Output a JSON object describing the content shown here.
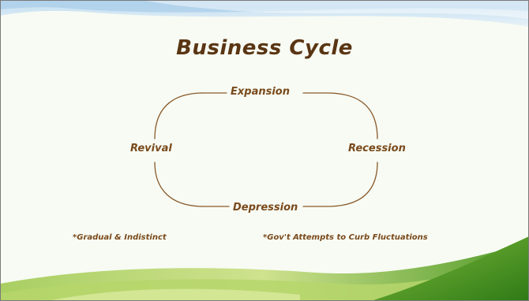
{
  "slide": {
    "title": "Business Cycle",
    "stages": {
      "top": "Expansion",
      "right": "Recession",
      "bottom": "Depression",
      "left": "Revival"
    },
    "notes": {
      "left": "*Gradual & Indistinct",
      "right": "*Gov't Attempts to Curb Fluctuations"
    }
  },
  "colors": {
    "title_text": "#5a3513",
    "label_text": "#7a4a1c",
    "cycle_stroke": "#8a5a2b",
    "sky_top": "#cfe3f2",
    "grass_light": "#b8d86a",
    "grass_dark": "#3f8c1f"
  }
}
